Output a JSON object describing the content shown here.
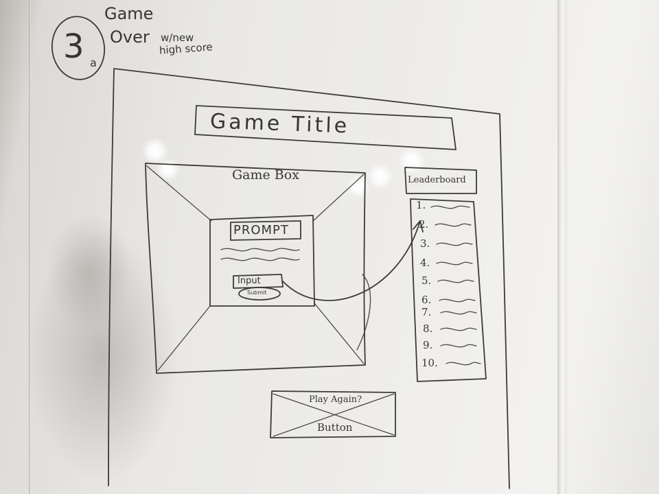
{
  "step": {
    "number": "3",
    "sub": "a",
    "lines": [
      "Game",
      "Over",
      "w/new",
      "high score"
    ]
  },
  "sketch": {
    "title": "Game Title",
    "game_box": "Game Box",
    "prompt": "PROMPT",
    "input": "Input",
    "submit": "Submit",
    "leaderboard": {
      "heading": "Leaderboard",
      "ranks": [
        "1.",
        "2.",
        "3.",
        "4.",
        "5.",
        "6.",
        "7.",
        "8.",
        "9.",
        "10."
      ]
    },
    "play_again": {
      "top": "Play Again?",
      "bottom": "Button"
    }
  },
  "colors": {
    "ink": "#3b3a37",
    "board": "#eeedeb"
  }
}
